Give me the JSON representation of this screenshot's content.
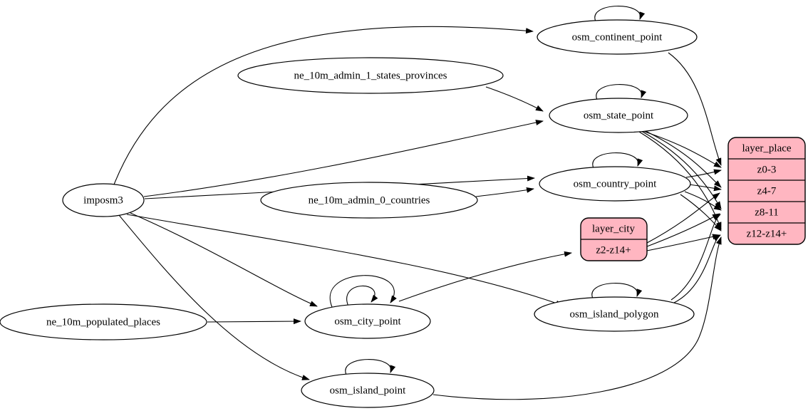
{
  "diagram_type": "graphviz-etl-flow",
  "colors": {
    "record_fill": "#ffb6c1",
    "node_fill": "#ffffff",
    "edge_stroke": "#000000"
  },
  "nodes": {
    "imposm3": {
      "label": "imposm3"
    },
    "ne_10m_admin_1_states_provinces": {
      "label": "ne_10m_admin_1_states_provinces"
    },
    "ne_10m_admin_0_countries": {
      "label": "ne_10m_admin_0_countries"
    },
    "ne_10m_populated_places": {
      "label": "ne_10m_populated_places"
    },
    "osm_continent_point": {
      "label": "osm_continent_point"
    },
    "osm_state_point": {
      "label": "osm_state_point"
    },
    "osm_country_point": {
      "label": "osm_country_point"
    },
    "osm_city_point": {
      "label": "osm_city_point"
    },
    "osm_island_polygon": {
      "label": "osm_island_polygon"
    },
    "osm_island_point": {
      "label": "osm_island_point"
    }
  },
  "records": {
    "layer_city": {
      "title": "layer_city",
      "rows": [
        "z2-z14+"
      ]
    },
    "layer_place": {
      "title": "layer_place",
      "rows": [
        "z0-3",
        "z4-7",
        "z8-11",
        "z12-z14+"
      ]
    }
  },
  "edges": [
    {
      "from": "imposm3",
      "to": "osm_continent_point"
    },
    {
      "from": "imposm3",
      "to": "osm_state_point"
    },
    {
      "from": "imposm3",
      "to": "osm_country_point"
    },
    {
      "from": "imposm3",
      "to": "osm_city_point"
    },
    {
      "from": "imposm3",
      "to": "osm_island_polygon"
    },
    {
      "from": "imposm3",
      "to": "osm_island_point"
    },
    {
      "from": "ne_10m_admin_1_states_provinces",
      "to": "osm_state_point"
    },
    {
      "from": "ne_10m_admin_0_countries",
      "to": "osm_country_point"
    },
    {
      "from": "ne_10m_populated_places",
      "to": "osm_city_point"
    },
    {
      "from": "osm_continent_point",
      "to": "osm_continent_point"
    },
    {
      "from": "osm_state_point",
      "to": "osm_state_point"
    },
    {
      "from": "osm_country_point",
      "to": "osm_country_point"
    },
    {
      "from": "osm_city_point",
      "to": "osm_city_point"
    },
    {
      "from": "osm_city_point",
      "to": "osm_city_point"
    },
    {
      "from": "osm_island_polygon",
      "to": "osm_island_polygon"
    },
    {
      "from": "osm_island_point",
      "to": "osm_island_point"
    },
    {
      "from": "osm_continent_point",
      "to": "layer_place:z0-3"
    },
    {
      "from": "osm_state_point",
      "to": "layer_place:z0-3"
    },
    {
      "from": "osm_state_point",
      "to": "layer_place:z4-7"
    },
    {
      "from": "osm_state_point",
      "to": "layer_place:z8-11"
    },
    {
      "from": "osm_state_point",
      "to": "layer_place:z12-z14+"
    },
    {
      "from": "osm_country_point",
      "to": "layer_place:z0-3"
    },
    {
      "from": "osm_country_point",
      "to": "layer_place:z4-7"
    },
    {
      "from": "osm_country_point",
      "to": "layer_place:z8-11"
    },
    {
      "from": "osm_country_point",
      "to": "layer_place:z12-z14+"
    },
    {
      "from": "osm_city_point",
      "to": "layer_city:z2-z14+"
    },
    {
      "from": "layer_city:z2-z14+",
      "to": "layer_place:z4-7"
    },
    {
      "from": "layer_city:z2-z14+",
      "to": "layer_place:z8-11"
    },
    {
      "from": "layer_city:z2-z14+",
      "to": "layer_place:z12-z14+"
    },
    {
      "from": "osm_island_polygon",
      "to": "layer_place:z8-11"
    },
    {
      "from": "osm_island_polygon",
      "to": "layer_place:z12-z14+"
    },
    {
      "from": "osm_island_point",
      "to": "layer_place:z12-z14+"
    }
  ]
}
